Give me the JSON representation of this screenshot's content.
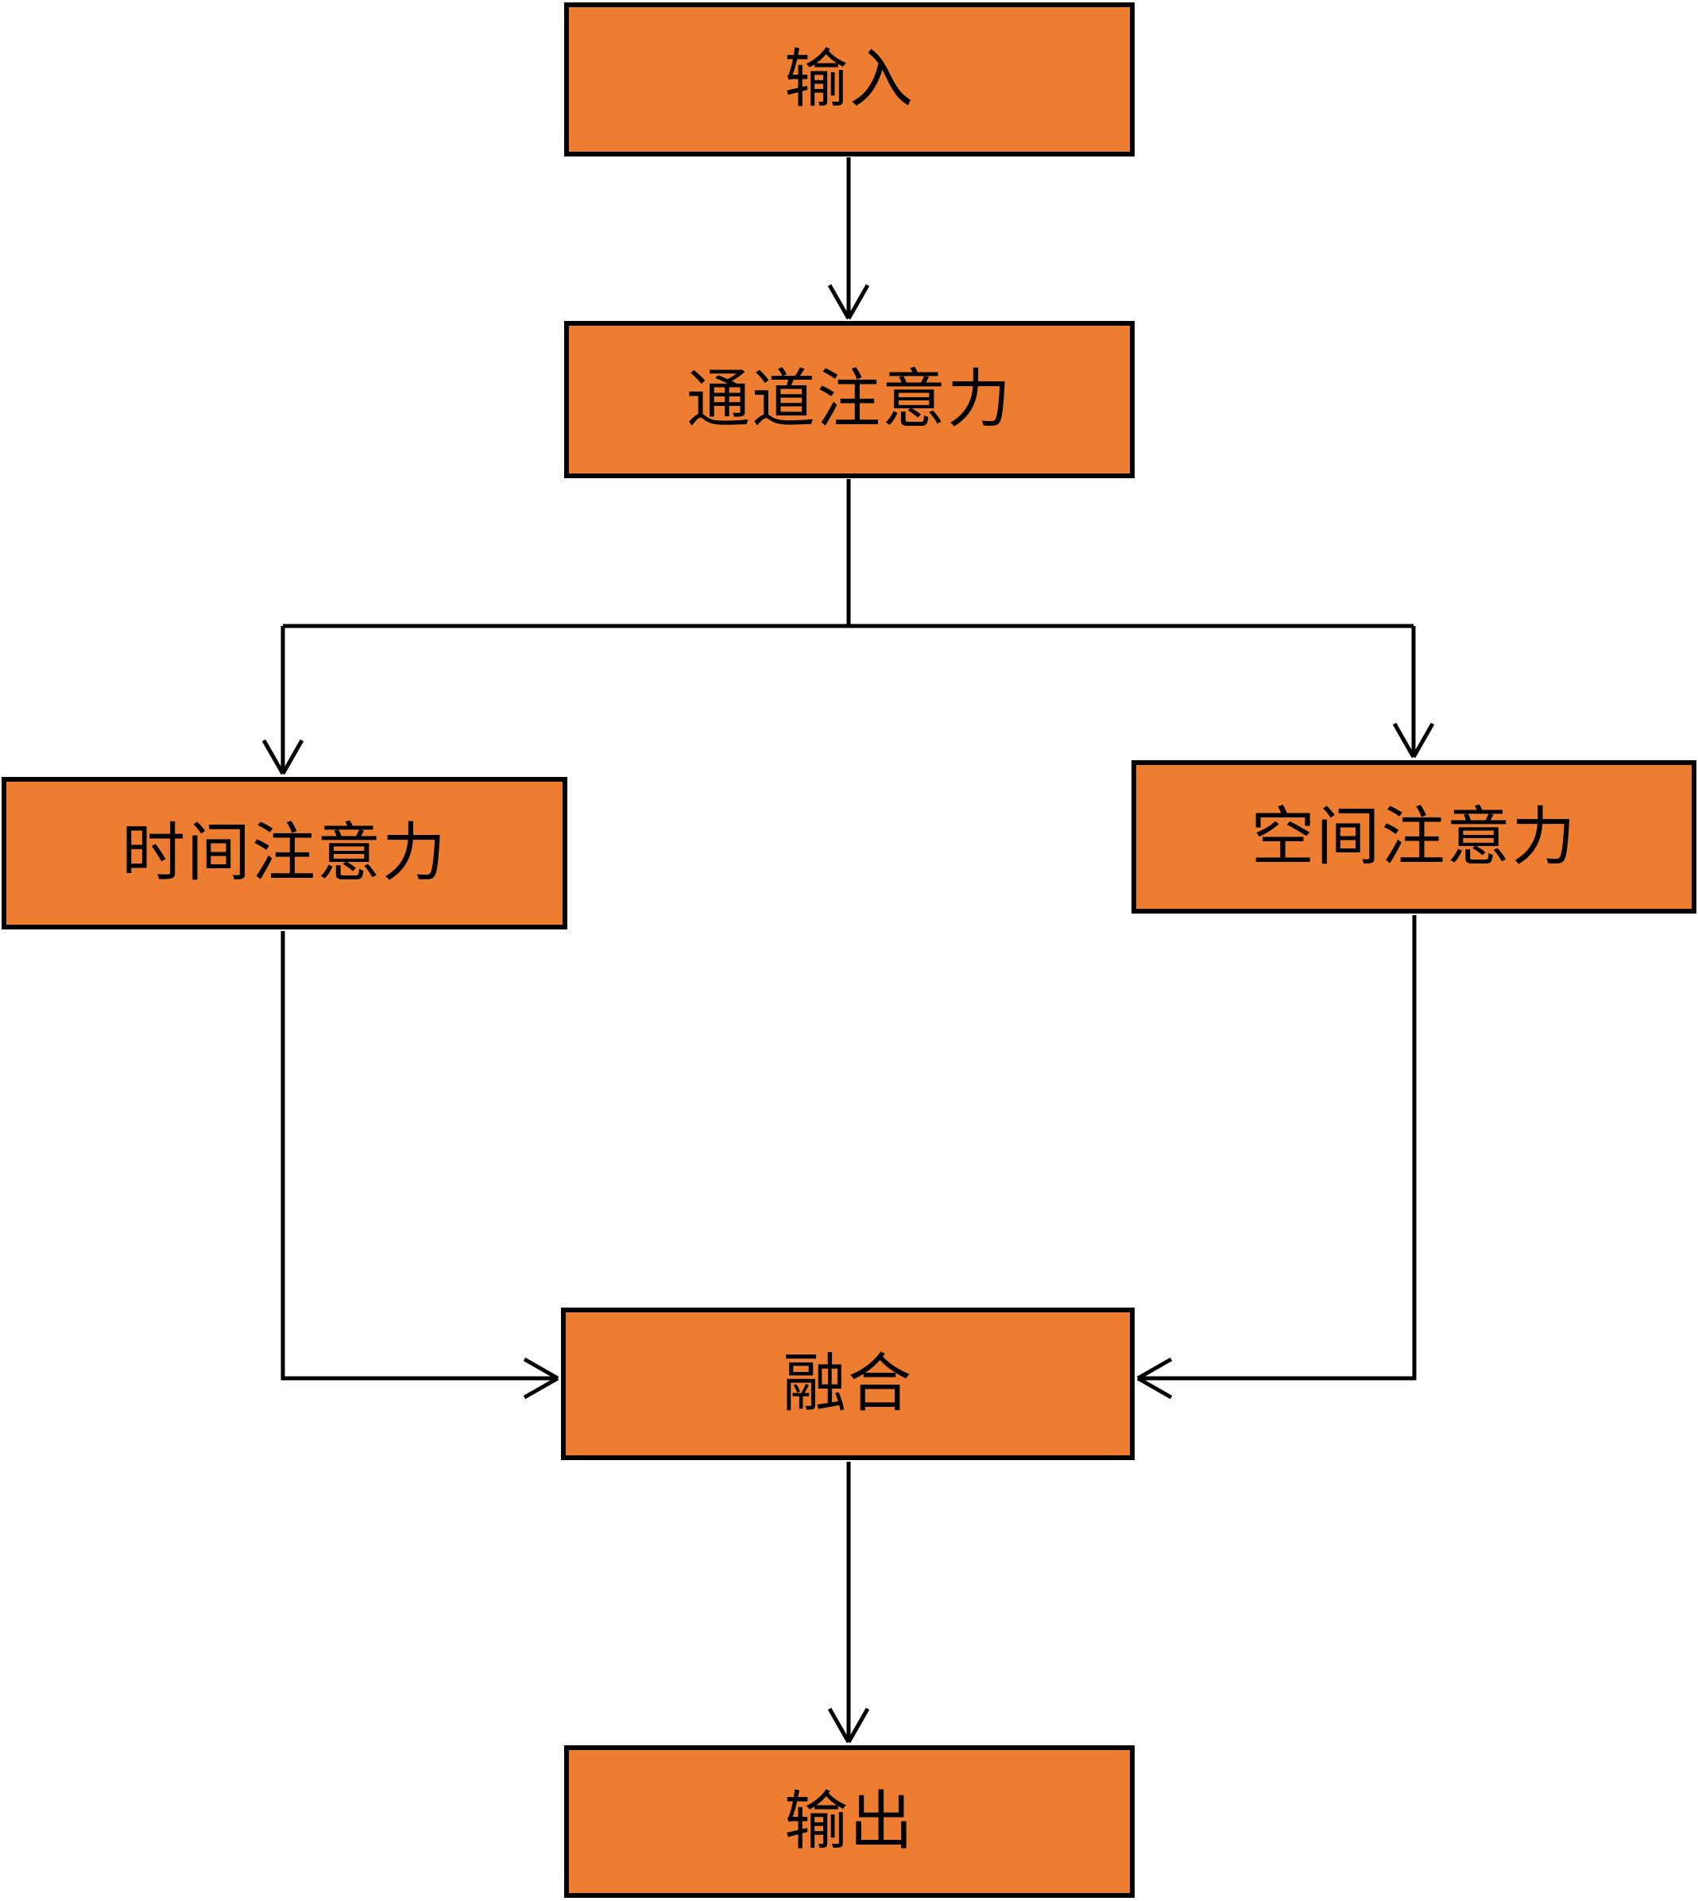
{
  "diagram": {
    "type": "flowchart",
    "background_color": "#FFFFFF",
    "node_fill_color": "#ED7D31",
    "node_border_color": "#000000",
    "connector_color": "#000000",
    "nodes": [
      {
        "id": "input",
        "label": "输入"
      },
      {
        "id": "channel-attention",
        "label": "通道注意力"
      },
      {
        "id": "temporal-attention",
        "label": "时间注意力"
      },
      {
        "id": "spatial-attention",
        "label": "空间注意力"
      },
      {
        "id": "fusion",
        "label": "融合"
      },
      {
        "id": "output",
        "label": "输出"
      }
    ],
    "edges": [
      {
        "from": "input",
        "to": "channel-attention"
      },
      {
        "from": "channel-attention",
        "to": "temporal-attention"
      },
      {
        "from": "channel-attention",
        "to": "spatial-attention"
      },
      {
        "from": "temporal-attention",
        "to": "fusion"
      },
      {
        "from": "spatial-attention",
        "to": "fusion"
      },
      {
        "from": "fusion",
        "to": "output"
      }
    ]
  }
}
